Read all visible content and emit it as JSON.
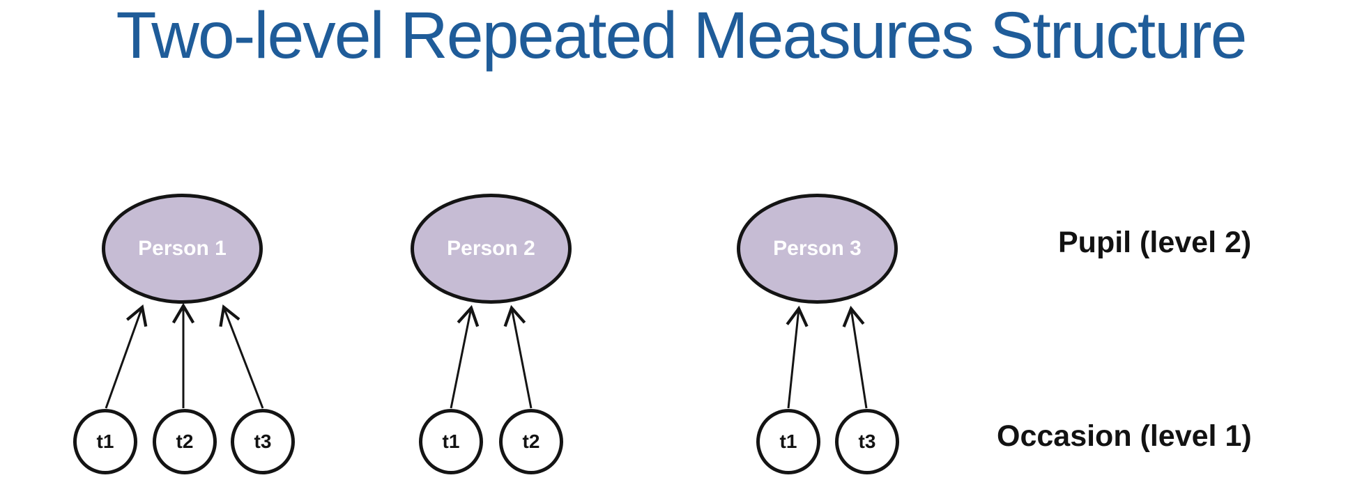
{
  "title": "Two-level Repeated Measures Structure",
  "colors": {
    "background": "#ffffff",
    "title_color": "#1f5c99",
    "person_fill": "#c6bcd4",
    "occasion_fill": "#ffffff",
    "node_border": "#141414",
    "label_color": "#121212",
    "person_label_color": "#ffffff"
  },
  "diagram": {
    "persons": [
      {
        "label": "Person 1",
        "occasions": [
          "t1",
          "t2",
          "t3"
        ]
      },
      {
        "label": "Person 2",
        "occasions": [
          "t1",
          "t2"
        ]
      },
      {
        "label": "Person 3",
        "occasions": [
          "t1",
          "t3"
        ]
      }
    ],
    "level_labels": [
      {
        "text": "Pupil (level 2)"
      },
      {
        "text": "Occasion (level 1)"
      }
    ]
  }
}
